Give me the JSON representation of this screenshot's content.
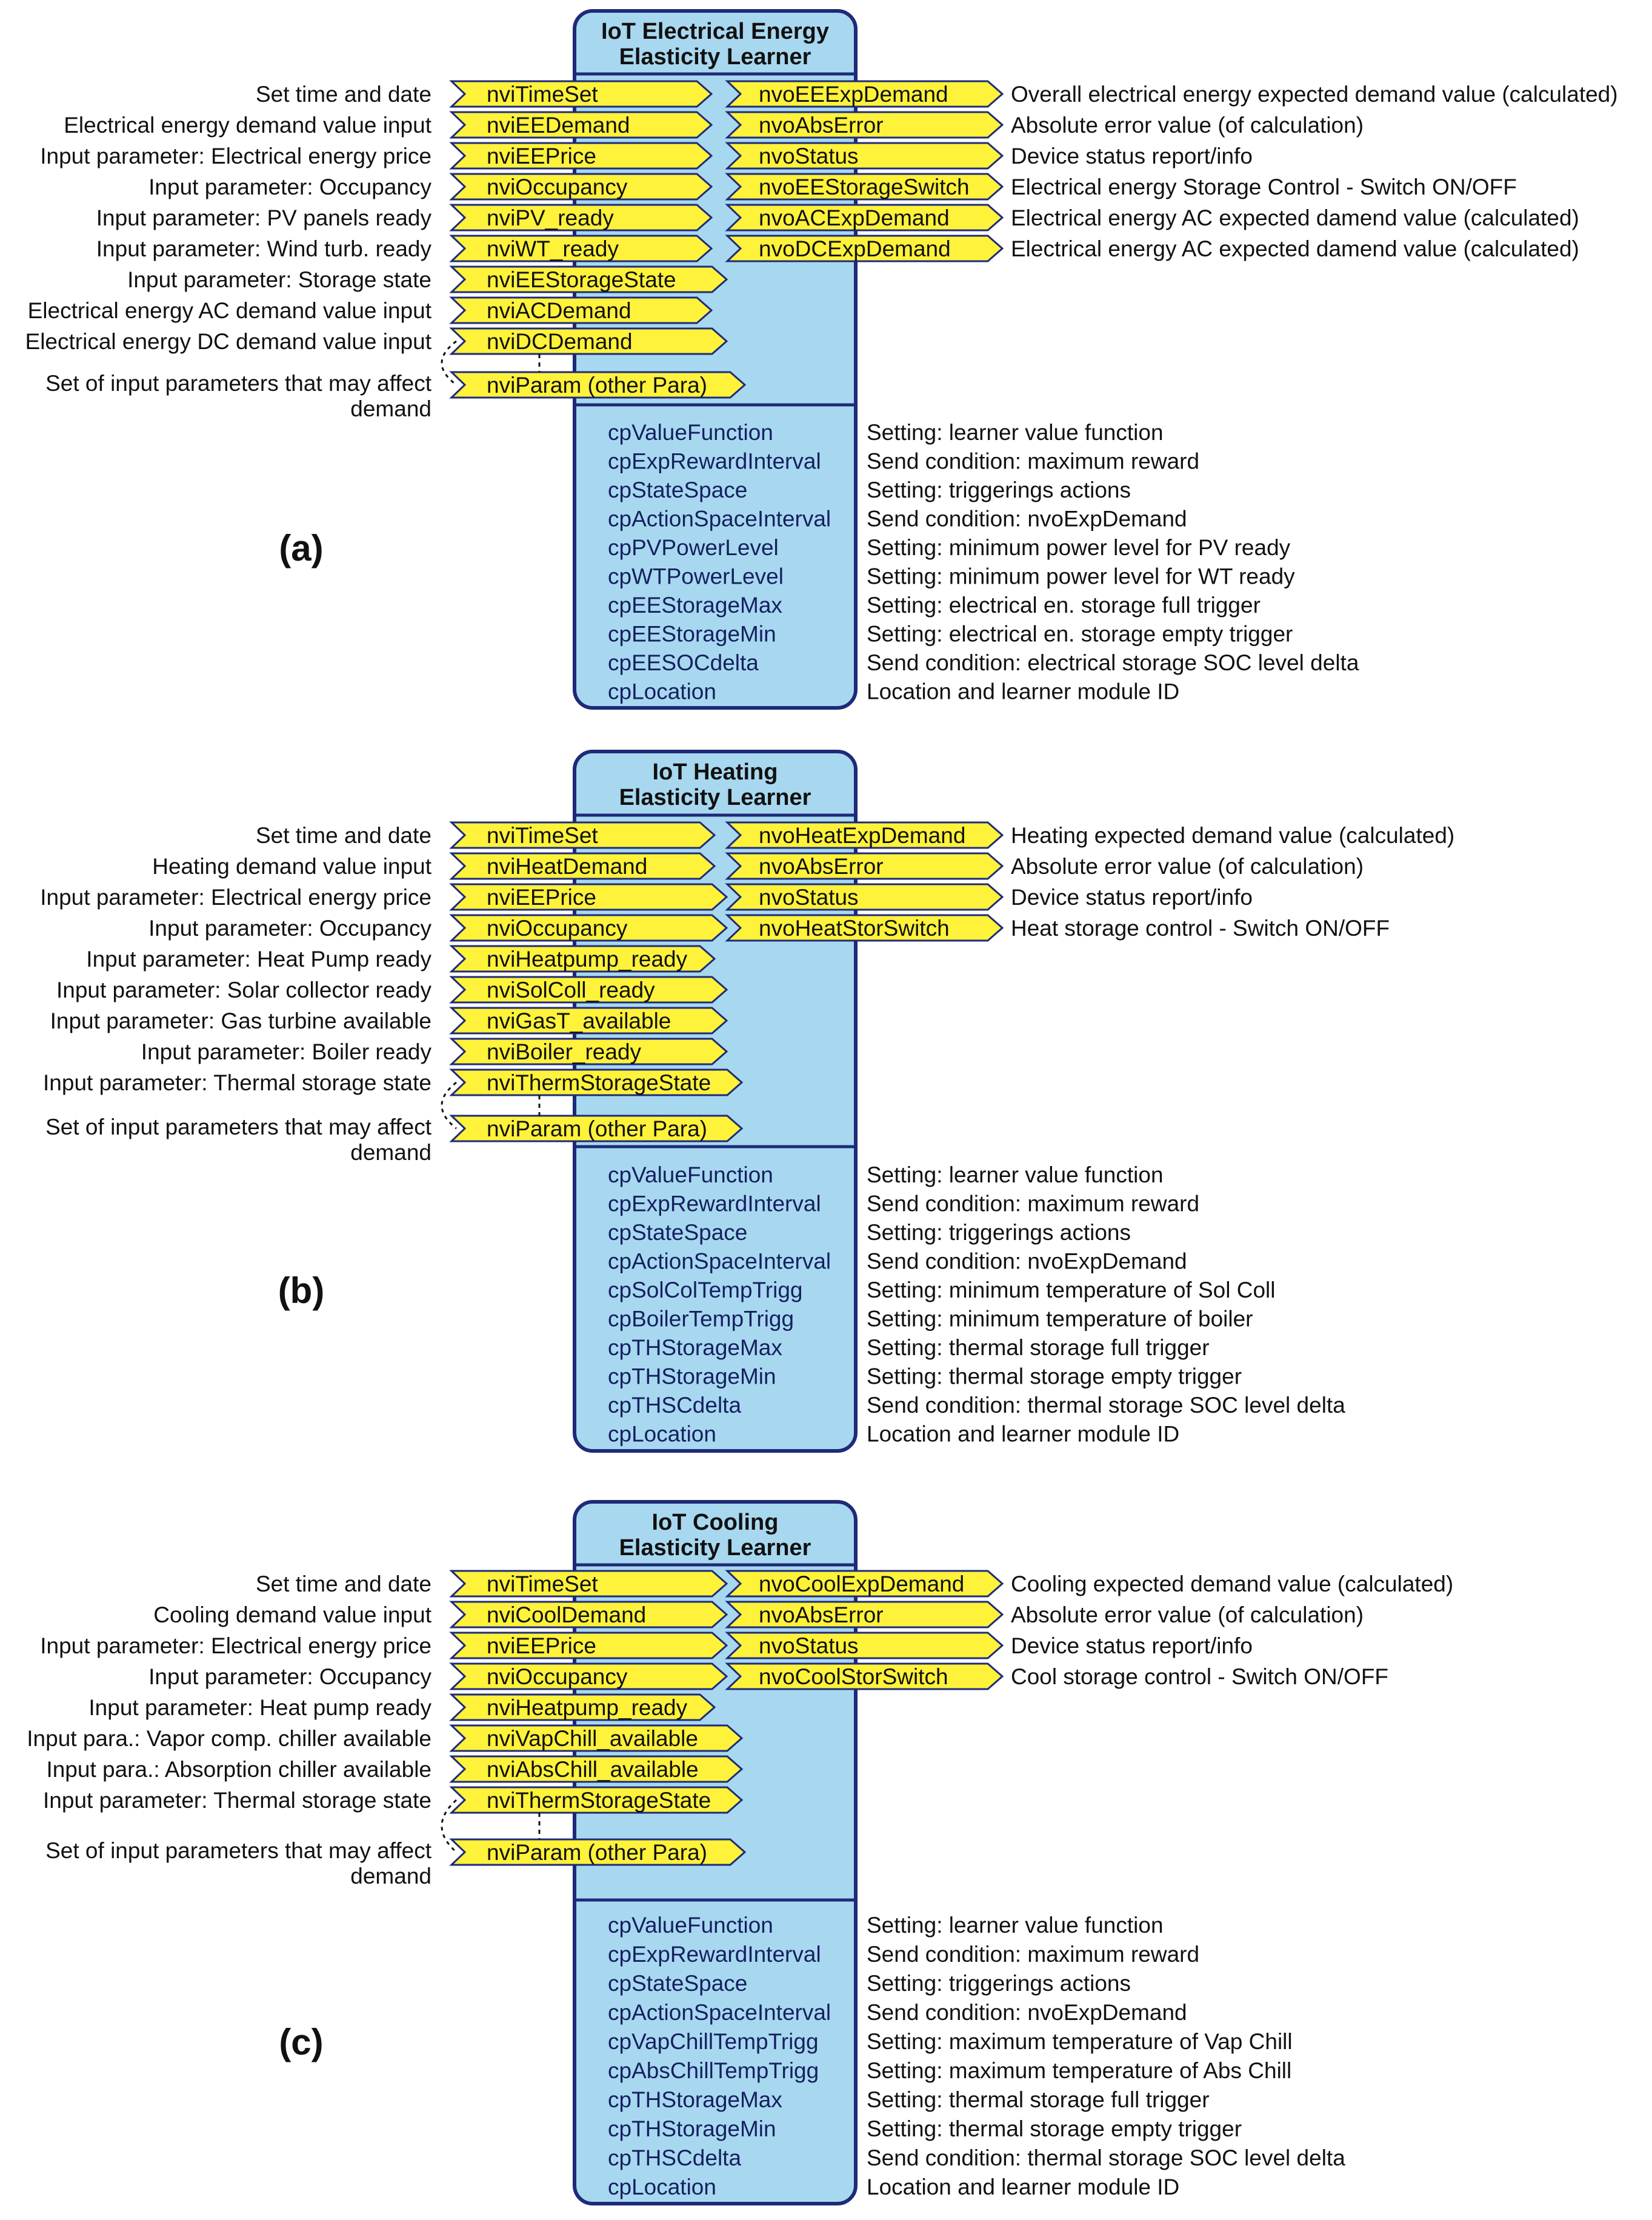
{
  "colors": {
    "block_fill": "#a8d8f0",
    "block_stroke": "#1e2a78",
    "nv_fill": "#fff23a",
    "nv_stroke": "#1e2a78",
    "text": "#111111",
    "cp_text": "#14205f"
  },
  "panels": [
    {
      "label": "(a)",
      "title": [
        "IoT Electrical Energy",
        "Elasticity Learner"
      ],
      "inputs": [
        {
          "name": "nviTimeSet",
          "desc": [
            "Set time and date"
          ]
        },
        {
          "name": "nviEEDemand",
          "desc": [
            "Electrical energy demand value input"
          ]
        },
        {
          "name": "nviEEPrice",
          "desc": [
            "Input parameter: Electrical energy price"
          ]
        },
        {
          "name": "nviOccupancy",
          "desc": [
            "Input parameter: Occupancy"
          ]
        },
        {
          "name": "nviPV_ready",
          "desc": [
            "Input parameter: PV panels ready"
          ]
        },
        {
          "name": "nviWT_ready",
          "desc": [
            "Input parameter: Wind turb. ready"
          ]
        },
        {
          "name": "nviEEStorageState",
          "desc": [
            "Input parameter: Storage state"
          ]
        },
        {
          "name": "nviACDemand",
          "desc": [
            "Electrical energy AC demand value input"
          ]
        },
        {
          "name": "nviDCDemand",
          "desc": [
            "Electrical energy DC demand value input"
          ]
        },
        {
          "name": "nviParam (other Para)",
          "desc": [
            "Set of input parameters that may affect",
            "demand"
          ]
        }
      ],
      "outputs": [
        {
          "name": "nvoEEExpDemand",
          "desc": "Overall electrical energy expected demand value (calculated)"
        },
        {
          "name": "nvoAbsError",
          "desc": "Absolute error value (of calculation)"
        },
        {
          "name": "nvoStatus",
          "desc": "Device status report/info"
        },
        {
          "name": "nvoEEStorageSwitch",
          "desc": "Electrical energy Storage Control - Switch ON/OFF"
        },
        {
          "name": "nvoACExpDemand",
          "desc": "Electrical energy AC expected damend value (calculated)"
        },
        {
          "name": "nvoDCExpDemand",
          "desc": "Electrical energy AC expected damend value (calculated)"
        }
      ],
      "config": [
        {
          "name": "cpValueFunction",
          "desc": "Setting: learner value function"
        },
        {
          "name": "cpExpRewardInterval",
          "desc": "Send condition: maximum reward"
        },
        {
          "name": "cpStateSpace",
          "desc": "Setting: triggerings actions"
        },
        {
          "name": "cpActionSpaceInterval",
          "desc": "Send condition: nvoExpDemand"
        },
        {
          "name": "cpPVPowerLevel",
          "desc": "Setting: minimum power level for PV ready"
        },
        {
          "name": "cpWTPowerLevel",
          "desc": "Setting: minimum power level for WT ready"
        },
        {
          "name": "cpEEStorageMax",
          "desc": "Setting: electrical en. storage full trigger"
        },
        {
          "name": "cpEEStorageMin",
          "desc": "Setting: electrical en. storage empty trigger"
        },
        {
          "name": "cpEESOCdelta",
          "desc": "Send condition: electrical storage SOC level delta"
        },
        {
          "name": "cpLocation",
          "desc": "Location and learner module ID"
        }
      ]
    },
    {
      "label": "(b)",
      "title": [
        "IoT Heating",
        "Elasticity Learner"
      ],
      "inputs": [
        {
          "name": "nviTimeSet",
          "desc": [
            "Set time and date"
          ]
        },
        {
          "name": "nviHeatDemand",
          "desc": [
            "Heating demand value input"
          ]
        },
        {
          "name": "nviEEPrice",
          "desc": [
            "Input parameter: Electrical energy price"
          ]
        },
        {
          "name": "nviOccupancy",
          "desc": [
            "Input parameter: Occupancy"
          ]
        },
        {
          "name": "nviHeatpump_ready",
          "desc": [
            "Input parameter: Heat Pump ready"
          ]
        },
        {
          "name": "nviSolColl_ready",
          "desc": [
            "Input parameter: Solar collector ready"
          ]
        },
        {
          "name": "nviGasT_available",
          "desc": [
            "Input parameter: Gas turbine available"
          ]
        },
        {
          "name": "nviBoiler_ready",
          "desc": [
            "Input parameter: Boiler ready"
          ]
        },
        {
          "name": "nviThermStorageState",
          "desc": [
            "Input parameter: Thermal storage state"
          ]
        },
        {
          "name": "nviParam (other Para)",
          "desc": [
            "Set of input parameters that may affect",
            "demand"
          ]
        }
      ],
      "outputs": [
        {
          "name": "nvoHeatExpDemand",
          "desc": "Heating expected demand value (calculated)"
        },
        {
          "name": "nvoAbsError",
          "desc": "Absolute error value (of calculation)"
        },
        {
          "name": "nvoStatus",
          "desc": "Device status report/info"
        },
        {
          "name": "nvoHeatStorSwitch",
          "desc": "Heat storage control - Switch ON/OFF"
        }
      ],
      "config": [
        {
          "name": "cpValueFunction",
          "desc": "Setting: learner value function"
        },
        {
          "name": "cpExpRewardInterval",
          "desc": "Send condition: maximum reward"
        },
        {
          "name": "cpStateSpace",
          "desc": "Setting: triggerings actions"
        },
        {
          "name": "cpActionSpaceInterval",
          "desc": "Send condition: nvoExpDemand"
        },
        {
          "name": "cpSolColTempTrigg",
          "desc": "Setting: minimum temperature of Sol Coll"
        },
        {
          "name": "cpBoilerTempTrigg",
          "desc": "Setting: minimum temperature of boiler"
        },
        {
          "name": "cpTHStorageMax",
          "desc": "Setting: thermal storage full trigger"
        },
        {
          "name": "cpTHStorageMin",
          "desc": "Setting: thermal storage empty trigger"
        },
        {
          "name": "cpTHSCdelta",
          "desc": "Send condition: thermal storage SOC level delta"
        },
        {
          "name": "cpLocation",
          "desc": "Location and learner module ID"
        }
      ]
    },
    {
      "label": "(c)",
      "title": [
        "IoT Cooling",
        "Elasticity Learner"
      ],
      "inputs": [
        {
          "name": "nviTimeSet",
          "desc": [
            "Set time and date"
          ]
        },
        {
          "name": "nviCoolDemand",
          "desc": [
            "Cooling demand value input"
          ]
        },
        {
          "name": "nviEEPrice",
          "desc": [
            "Input parameter:  Electrical energy price"
          ]
        },
        {
          "name": "nviOccupancy",
          "desc": [
            "Input parameter: Occupancy"
          ]
        },
        {
          "name": "nviHeatpump_ready",
          "desc": [
            "Input parameter: Heat pump ready"
          ]
        },
        {
          "name": "nviVapChill_available",
          "desc": [
            "Input para.: Vapor comp. chiller available"
          ]
        },
        {
          "name": "nviAbsChill_available",
          "desc": [
            "Input para.: Absorption chiller available"
          ]
        },
        {
          "name": "nviThermStorageState",
          "desc": [
            "Input parameter: Thermal storage state"
          ]
        },
        {
          "name": "nviParam (other Para)",
          "desc": [
            "Set of input parameters that may affect",
            "demand"
          ]
        }
      ],
      "outputs": [
        {
          "name": "nvoCoolExpDemand",
          "desc": "Cooling expected demand value (calculated)"
        },
        {
          "name": "nvoAbsError",
          "desc": "Absolute error value (of calculation)"
        },
        {
          "name": "nvoStatus",
          "desc": "Device status report/info"
        },
        {
          "name": "nvoCoolStorSwitch",
          "desc": "Cool storage control - Switch ON/OFF"
        }
      ],
      "config": [
        {
          "name": "cpValueFunction",
          "desc": "Setting: learner value function"
        },
        {
          "name": "cpExpRewardInterval",
          "desc": "Send condition: maximum reward"
        },
        {
          "name": "cpStateSpace",
          "desc": "Setting: triggerings actions"
        },
        {
          "name": "cpActionSpaceInterval",
          "desc": "Send condition: nvoExpDemand"
        },
        {
          "name": "cpVapChillTempTrigg",
          "desc": "Setting: maximum temperature of Vap Chill"
        },
        {
          "name": "cpAbsChillTempTrigg",
          "desc": "Setting: maximum temperature of Abs Chill"
        },
        {
          "name": "cpTHStorageMax",
          "desc": "Setting: thermal storage full trigger"
        },
        {
          "name": "cpTHStorageMin",
          "desc": "Setting: thermal storage empty trigger"
        },
        {
          "name": "cpTHSCdelta",
          "desc": "Send condition: thermal storage SOC level delta"
        },
        {
          "name": "cpLocation",
          "desc": "Location and learner module ID"
        }
      ]
    }
  ]
}
